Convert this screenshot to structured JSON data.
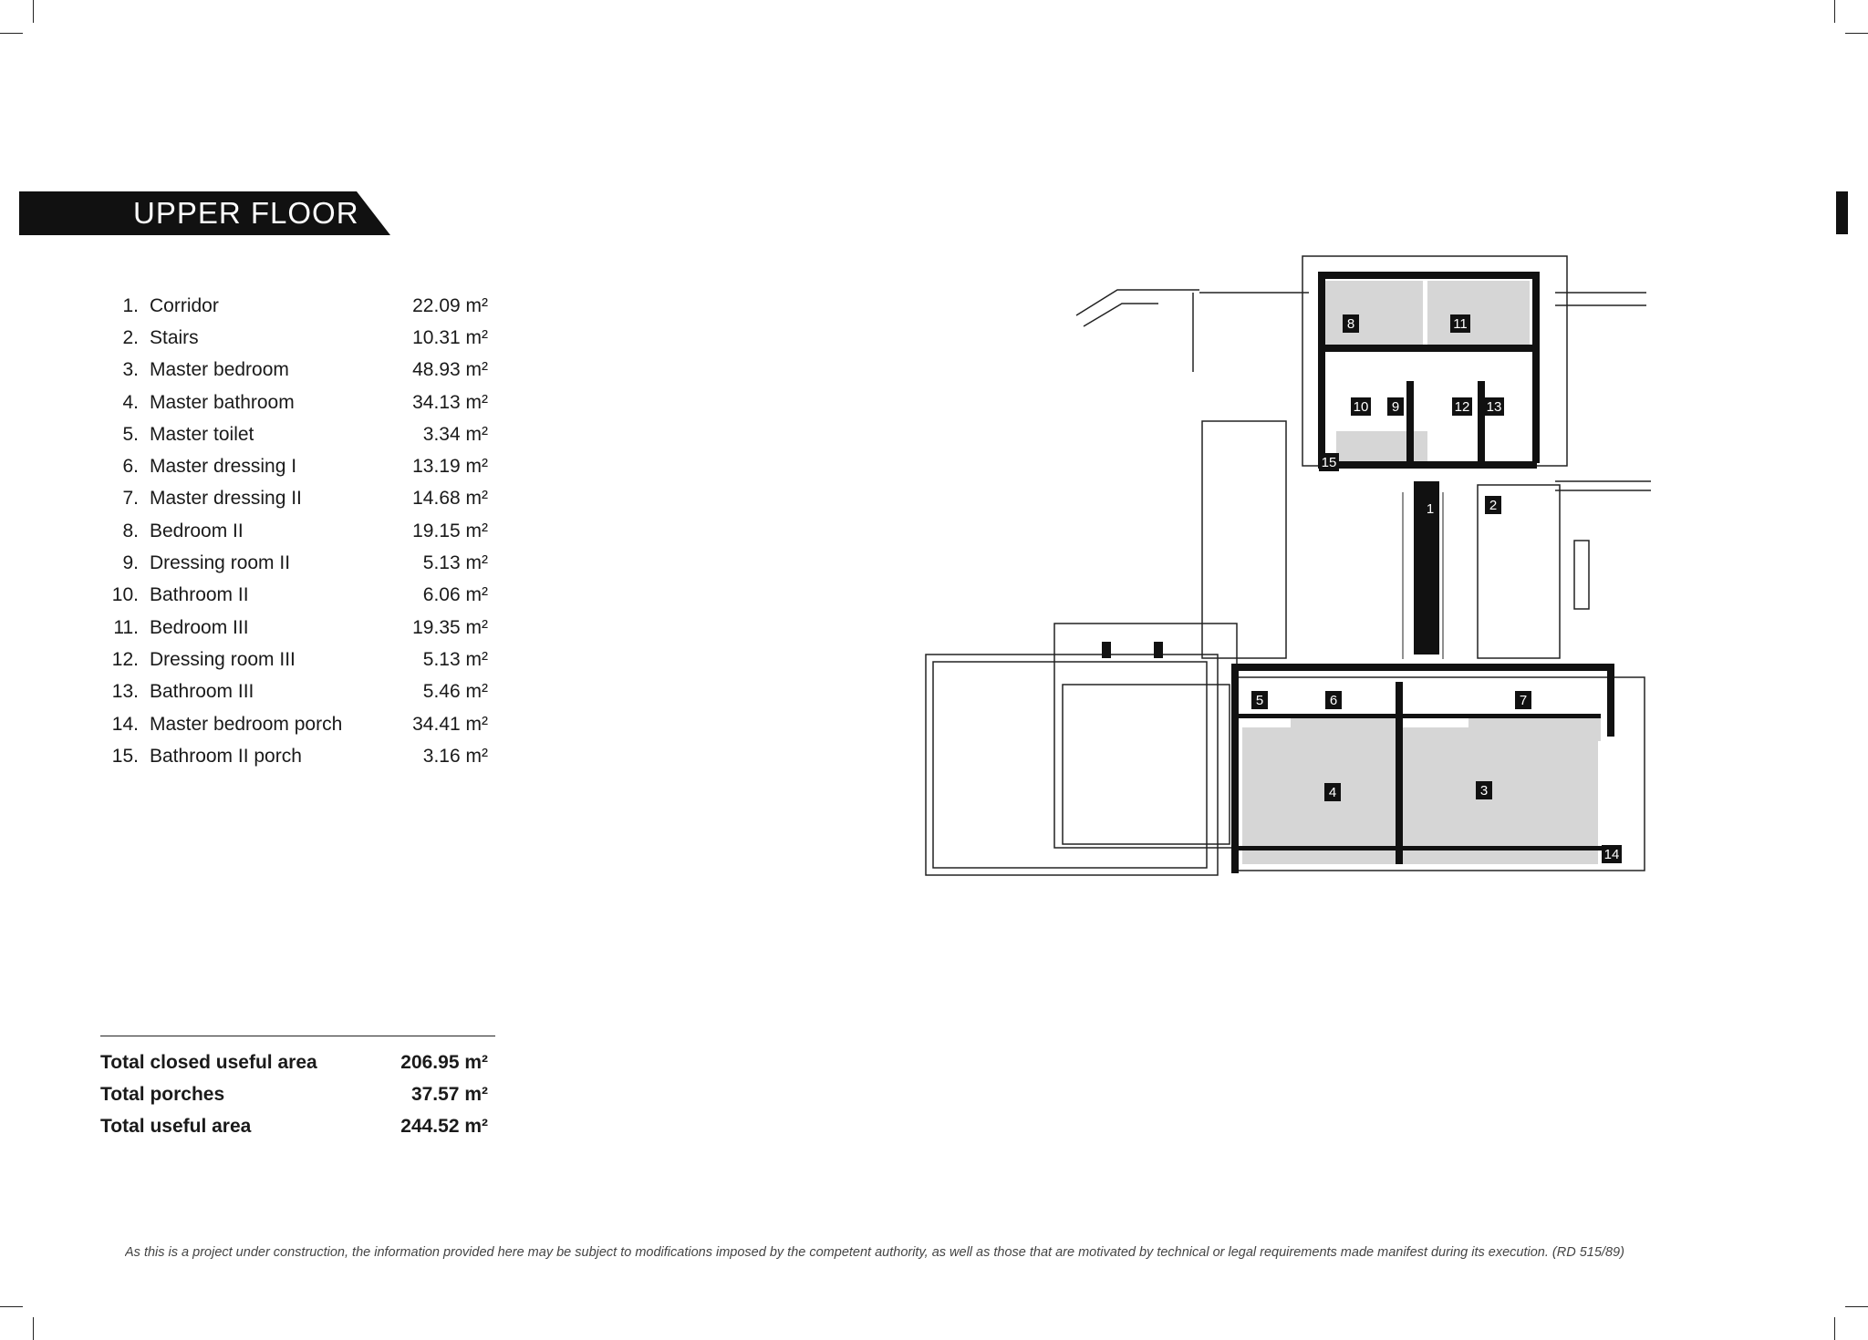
{
  "header": {
    "title": "UPPER FLOOR"
  },
  "rooms": [
    {
      "no": "1.",
      "name": "Corridor",
      "area": "22.09 m²"
    },
    {
      "no": "2.",
      "name": "Stairs",
      "area": "10.31 m²"
    },
    {
      "no": "3.",
      "name": "Master bedroom",
      "area": "48.93 m²"
    },
    {
      "no": "4.",
      "name": "Master bathroom",
      "area": "34.13 m²"
    },
    {
      "no": "5.",
      "name": "Master toilet",
      "area": "3.34 m²"
    },
    {
      "no": "6.",
      "name": "Master dressing I",
      "area": "13.19 m²"
    },
    {
      "no": "7.",
      "name": "Master dressing II",
      "area": "14.68 m²"
    },
    {
      "no": "8.",
      "name": "Bedroom II",
      "area": "19.15 m²"
    },
    {
      "no": "9.",
      "name": "Dressing room II",
      "area": "5.13 m²"
    },
    {
      "no": "10.",
      "name": "Bathroom II",
      "area": "6.06 m²"
    },
    {
      "no": "11.",
      "name": "Bedroom III",
      "area": "19.35 m²"
    },
    {
      "no": "12.",
      "name": "Dressing room III",
      "area": "5.13 m²"
    },
    {
      "no": "13.",
      "name": "Bathroom III",
      "area": "5.46 m²"
    },
    {
      "no": "14.",
      "name": "Master bedroom porch",
      "area": "34.41 m²"
    },
    {
      "no": "15.",
      "name": "Bathroom II porch",
      "area": "3.16 m²"
    }
  ],
  "totals": [
    {
      "name": "Total closed useful area",
      "area": "206.95 m²"
    },
    {
      "name": "Total porches",
      "area": "37.57 m²"
    },
    {
      "name": "Total useful area",
      "area": "244.52 m²"
    }
  ],
  "plan_labels": [
    "1",
    "2",
    "3",
    "4",
    "5",
    "6",
    "7",
    "8",
    "9",
    "10",
    "11",
    "12",
    "13",
    "14",
    "15"
  ],
  "disclaimer": "As this is a project under construction, the information provided here may be subject to modifications imposed by the competent authority, as well as those that are motivated by technical or legal requirements made manifest during its execution. (RD 515/89)"
}
